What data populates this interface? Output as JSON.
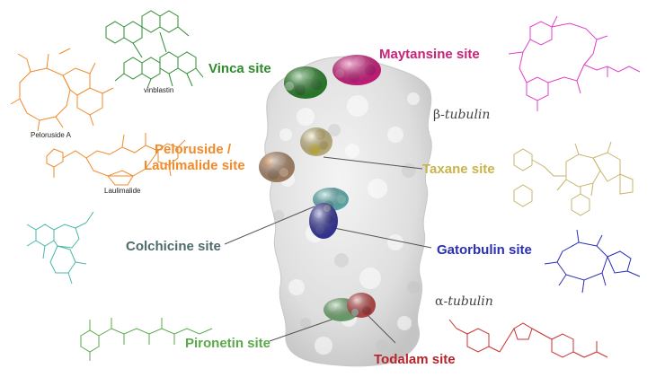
{
  "sites": {
    "vinca": {
      "label": "Vinca site",
      "color": "#2e8b2e"
    },
    "maytansine": {
      "label": "Maytansine site",
      "color": "#c8217a"
    },
    "peloruside": {
      "line1": "Peloruside /",
      "line2": "Laulimalide site",
      "color": "#f08a2a"
    },
    "taxane": {
      "label": "Taxane site",
      "color": "#c8b44a"
    },
    "colchicine": {
      "label": "Colchicine site",
      "color": "#4e6b6e"
    },
    "gatorbulin": {
      "label": "Gatorbulin site",
      "color": "#2a2fb8"
    },
    "pironetin": {
      "label": "Pironetin site",
      "color": "#5aaa4a"
    },
    "todalam": {
      "label": "Todalam site",
      "color": "#b8242a"
    }
  },
  "subunits": {
    "beta": {
      "prefix": "β-",
      "name": "tubulin"
    },
    "alpha": {
      "prefix": "α-",
      "name": "tubulin"
    }
  },
  "compounds": {
    "vinblastin": "vinblastin",
    "peloruside_a": "Peloruside A",
    "laulimalide": "Laulimalide"
  },
  "structure_colors": {
    "vinca": "#2e8b2e",
    "maytansine": "#e0208a",
    "peloruside": "#f5a050",
    "taxane": "#c8b46a",
    "colchicine": "#6ab8a8",
    "gatorbulin": "#3a3aa8",
    "pironetin": "#7ab87a",
    "todalam": "#c83a3a",
    "protein": "#dcdcdc"
  }
}
